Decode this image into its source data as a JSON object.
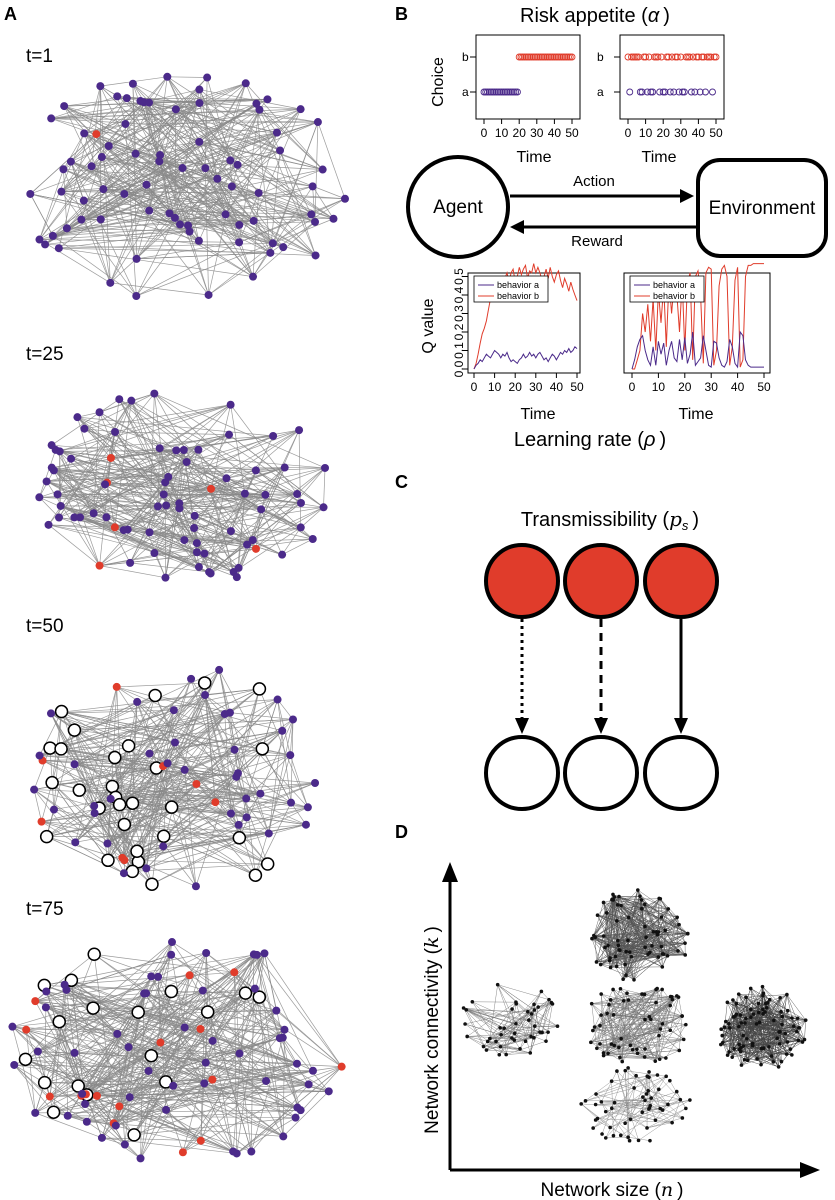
{
  "panels": {
    "a": {
      "letter": "A",
      "snapshots": [
        {
          "label": "t=1",
          "open_nodes": 0,
          "red_nodes": 1
        },
        {
          "label": "t=25",
          "open_nodes": 0,
          "red_nodes": 6
        },
        {
          "label": "t=50",
          "open_nodes": 30,
          "red_nodes": 8
        },
        {
          "label": "t=75",
          "open_nodes": 18,
          "red_nodes": 16
        }
      ]
    },
    "b": {
      "letter": "B",
      "title_text": "Risk appetite (",
      "title_symbol": "α",
      "title_close": ")",
      "choice_ylabel": "Choice",
      "choice_ticks_y": [
        "b",
        "a"
      ],
      "time_ticks_choice": [
        "0",
        "10",
        "20",
        "30",
        "40",
        "50"
      ],
      "xlabel": "Time",
      "agent": "Agent",
      "environment": "Environment",
      "action": "Action",
      "reward": "Reward",
      "q_ylabel": "Q value",
      "q_yticks": [
        "0.0",
        "0.1",
        "0.2",
        "0.3",
        "0.4",
        "0.5"
      ],
      "q_time_ticks": [
        "0",
        "10",
        "20",
        "30",
        "40",
        "50"
      ],
      "legend_a": "behavior a",
      "legend_b": "behavior b",
      "bottom_text": "Learning rate (",
      "bottom_symbol": "ρ",
      "bottom_close": ")"
    },
    "c": {
      "letter": "C",
      "title_text": "Transmissibility (",
      "title_symbol": "p",
      "title_sub": "s",
      "title_close": ")"
    },
    "d": {
      "letter": "D",
      "ylabel_text": "Network connectivity (",
      "ylabel_symbol": "k",
      "ylabel_close": ")",
      "xlabel_text": "Network size (",
      "xlabel_symbol": "n",
      "xlabel_close": ")"
    }
  },
  "colors": {
    "purple": "#4b2a8a",
    "red": "#e03c2b",
    "edge": "#8a8a8a",
    "black": "#000000"
  }
}
